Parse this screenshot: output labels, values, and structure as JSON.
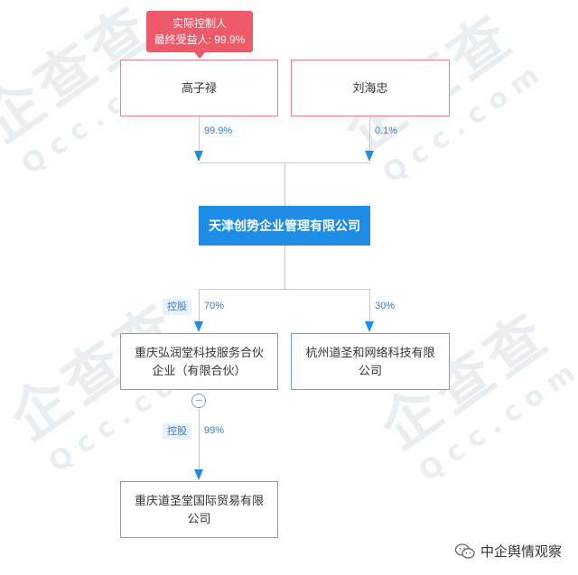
{
  "beneficiary": {
    "badge_line1": "实际控制人",
    "badge_line2": "最终受益人: 99.9%"
  },
  "shareholders": [
    {
      "name": "高子禄",
      "percent": "99.9%"
    },
    {
      "name": "刘海忠",
      "percent": "0.1%"
    }
  ],
  "center_company": {
    "name": "天津创势企业管理有限公司"
  },
  "subsidiaries": [
    {
      "name_line1": "重庆弘润堂科技服务合伙",
      "name_line2": "企业（有限合伙）",
      "tag": "控股",
      "percent": "70%"
    },
    {
      "name_line1": "杭州道圣和网络科技有限",
      "name_line2": "公司",
      "tag": "",
      "percent": "30%"
    }
  ],
  "grand_subsidiary": {
    "name_line1": "重庆道圣堂国际贸易有限",
    "name_line2": "公司",
    "tag": "控股",
    "percent": "99%"
  },
  "collapse_symbol": "−",
  "footer": {
    "label": "中企舆情观察"
  },
  "colors": {
    "accent": "#1f8ce6",
    "person_border": "#e7808a",
    "company_border": "#6ba3dc",
    "badge": "#ef5a6a"
  }
}
